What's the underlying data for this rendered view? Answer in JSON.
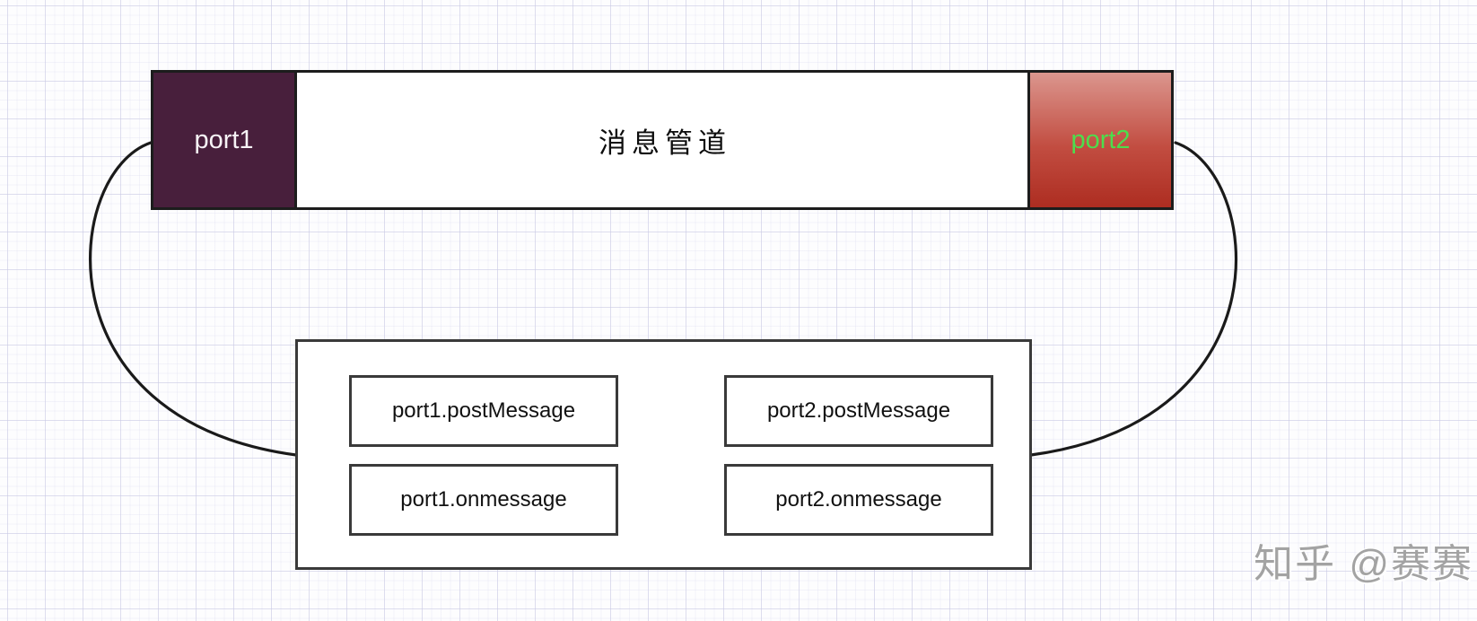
{
  "diagram": {
    "pipe_bar": {
      "port1_label": "port1",
      "channel_label": "消息管道",
      "port2_label": "port2"
    },
    "channel_box": {
      "methods": [
        {
          "id": "port1-postmessage",
          "label": "port1.postMessage"
        },
        {
          "id": "port2-postmessage",
          "label": "port2.postMessage"
        },
        {
          "id": "port1-onmessage",
          "label": "port1.onmessage"
        },
        {
          "id": "port2-onmessage",
          "label": "port2.onmessage"
        }
      ]
    },
    "connections": [
      {
        "from": "port1",
        "to": "channel-box"
      },
      {
        "from": "port2",
        "to": "channel-box"
      },
      {
        "from": "port1.postMessage",
        "to": "port2.onmessage"
      },
      {
        "from": "port2.postMessage",
        "to": "port1.onmessage"
      }
    ]
  },
  "watermark": "知乎 @赛赛",
  "colors": {
    "port1-bg": "#481f3c",
    "port1-text": "#f7f3f6",
    "port2-grad-top": "#db968e",
    "port2-grad-mid": "#c24d41",
    "port2-grad-bottom": "#ad2d21",
    "port2-text": "#4ddd4d",
    "box-border": "#1c1c1c",
    "inner-border": "#3a3a3a",
    "line": "#1a1a1a",
    "watermark": "#a3a3a3"
  }
}
